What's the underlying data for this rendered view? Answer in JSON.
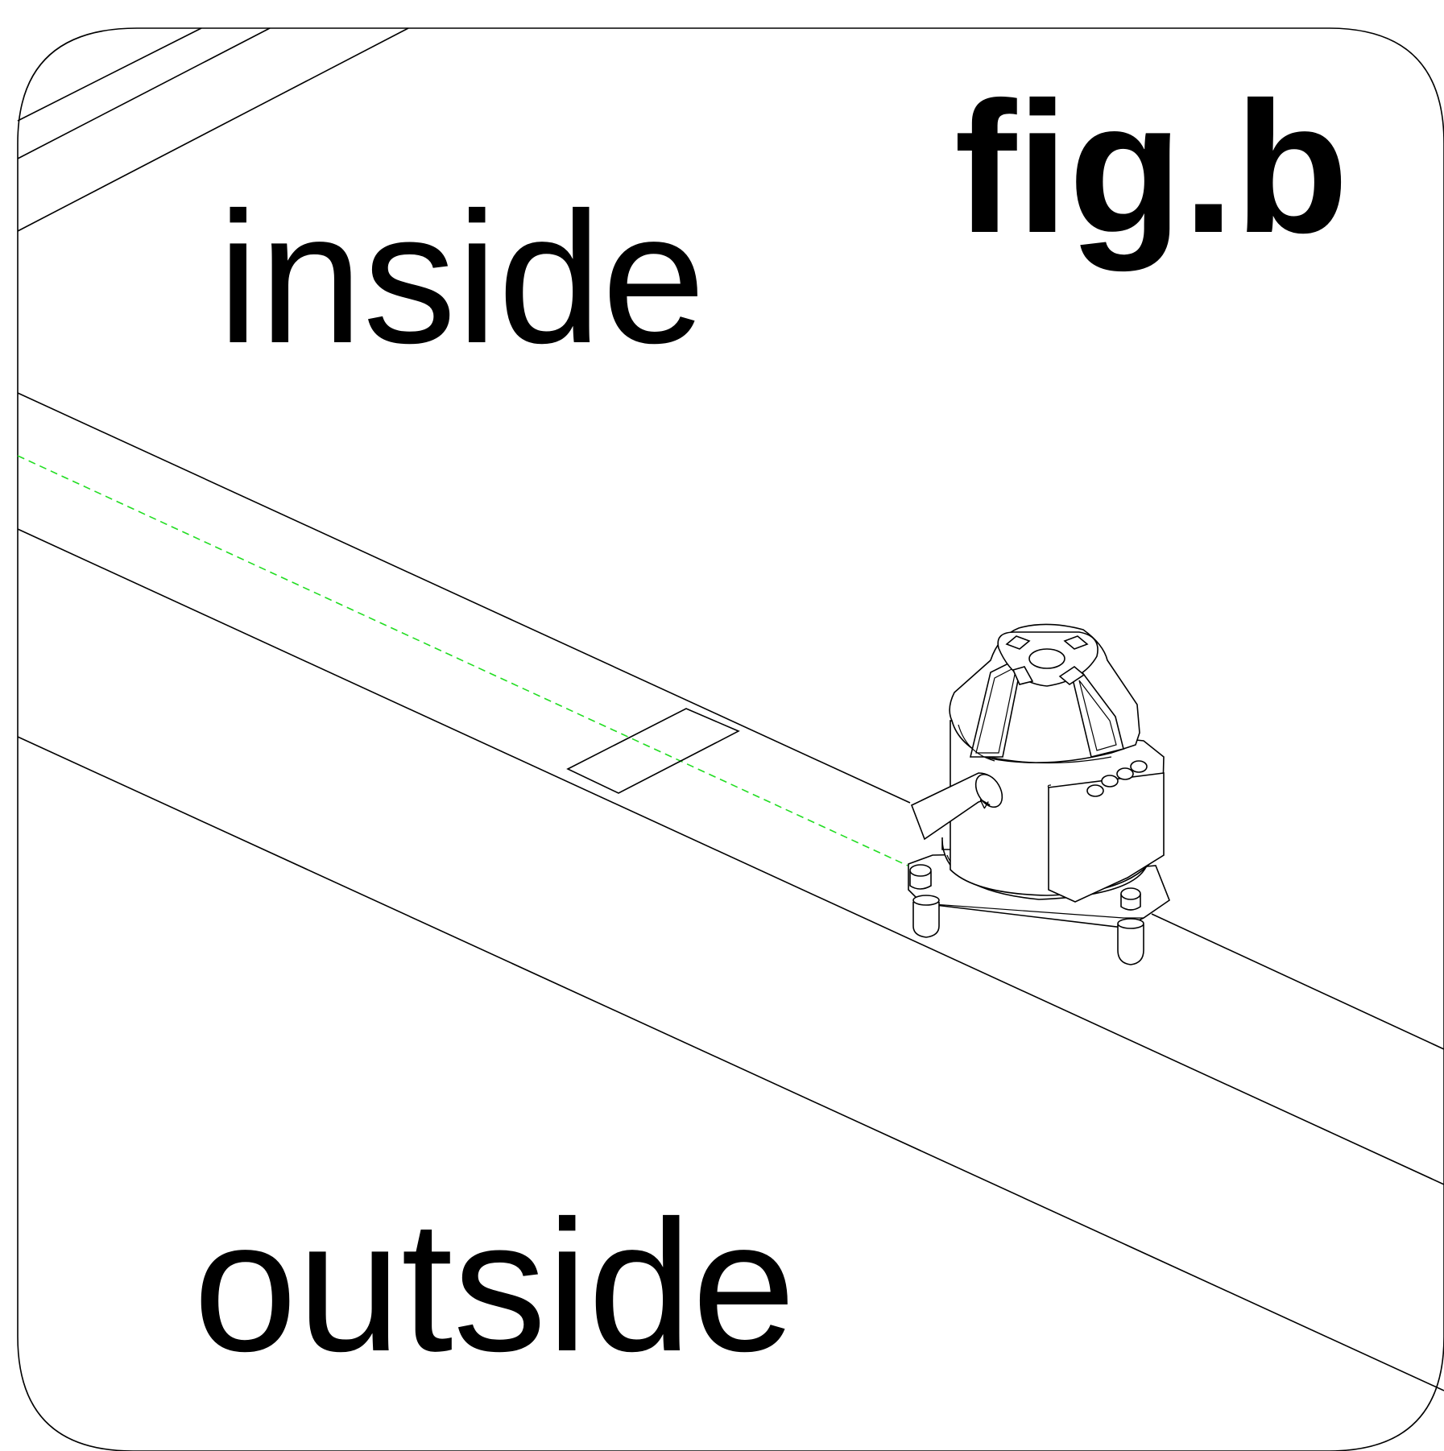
{
  "figure": {
    "title": "fig.b",
    "label_inside": "inside",
    "label_outside": "outside"
  },
  "colors": {
    "background": "#ffffff",
    "line": "#000000",
    "laser_line": "#22dd22"
  },
  "icons": {
    "device": "laser-level-icon"
  }
}
